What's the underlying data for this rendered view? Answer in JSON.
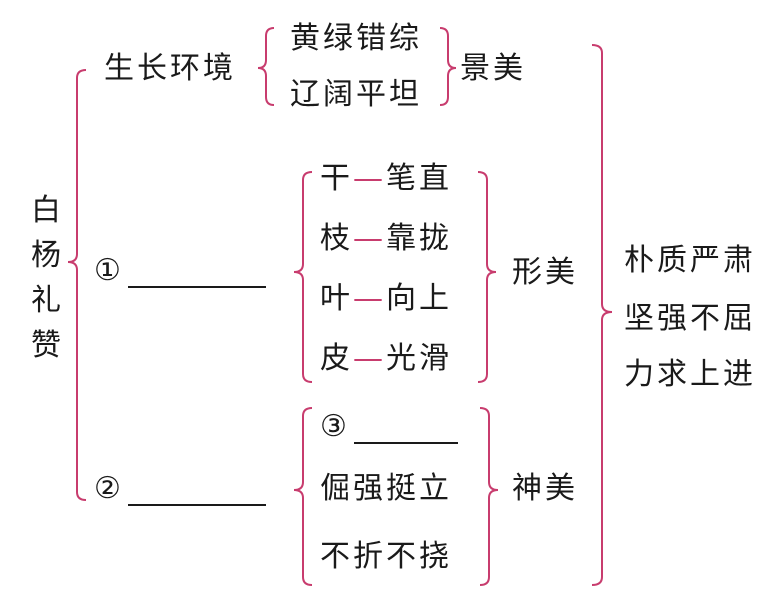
{
  "title": "白杨礼赞",
  "environment": {
    "label": "生长环境",
    "items": [
      "黄绿错综",
      "辽阔平坦"
    ],
    "beauty": "景美"
  },
  "form": {
    "marker": "①",
    "pairs": [
      {
        "part": "干",
        "dash": "—",
        "trait": "笔直"
      },
      {
        "part": "枝",
        "dash": "—",
        "trait": "靠拢"
      },
      {
        "part": "叶",
        "dash": "—",
        "trait": "向上"
      },
      {
        "part": "皮",
        "dash": "—",
        "trait": "光滑"
      }
    ],
    "beauty": "形美"
  },
  "spirit": {
    "marker": "②",
    "sub_marker": "③",
    "items": [
      "倔强挺立",
      "不折不挠"
    ],
    "beauty": "神美"
  },
  "summary": [
    "朴质严肃",
    "坚强不屈",
    "力求上进"
  ],
  "colors": {
    "brace": "#c83c6e",
    "text": "#1a1a1a"
  }
}
